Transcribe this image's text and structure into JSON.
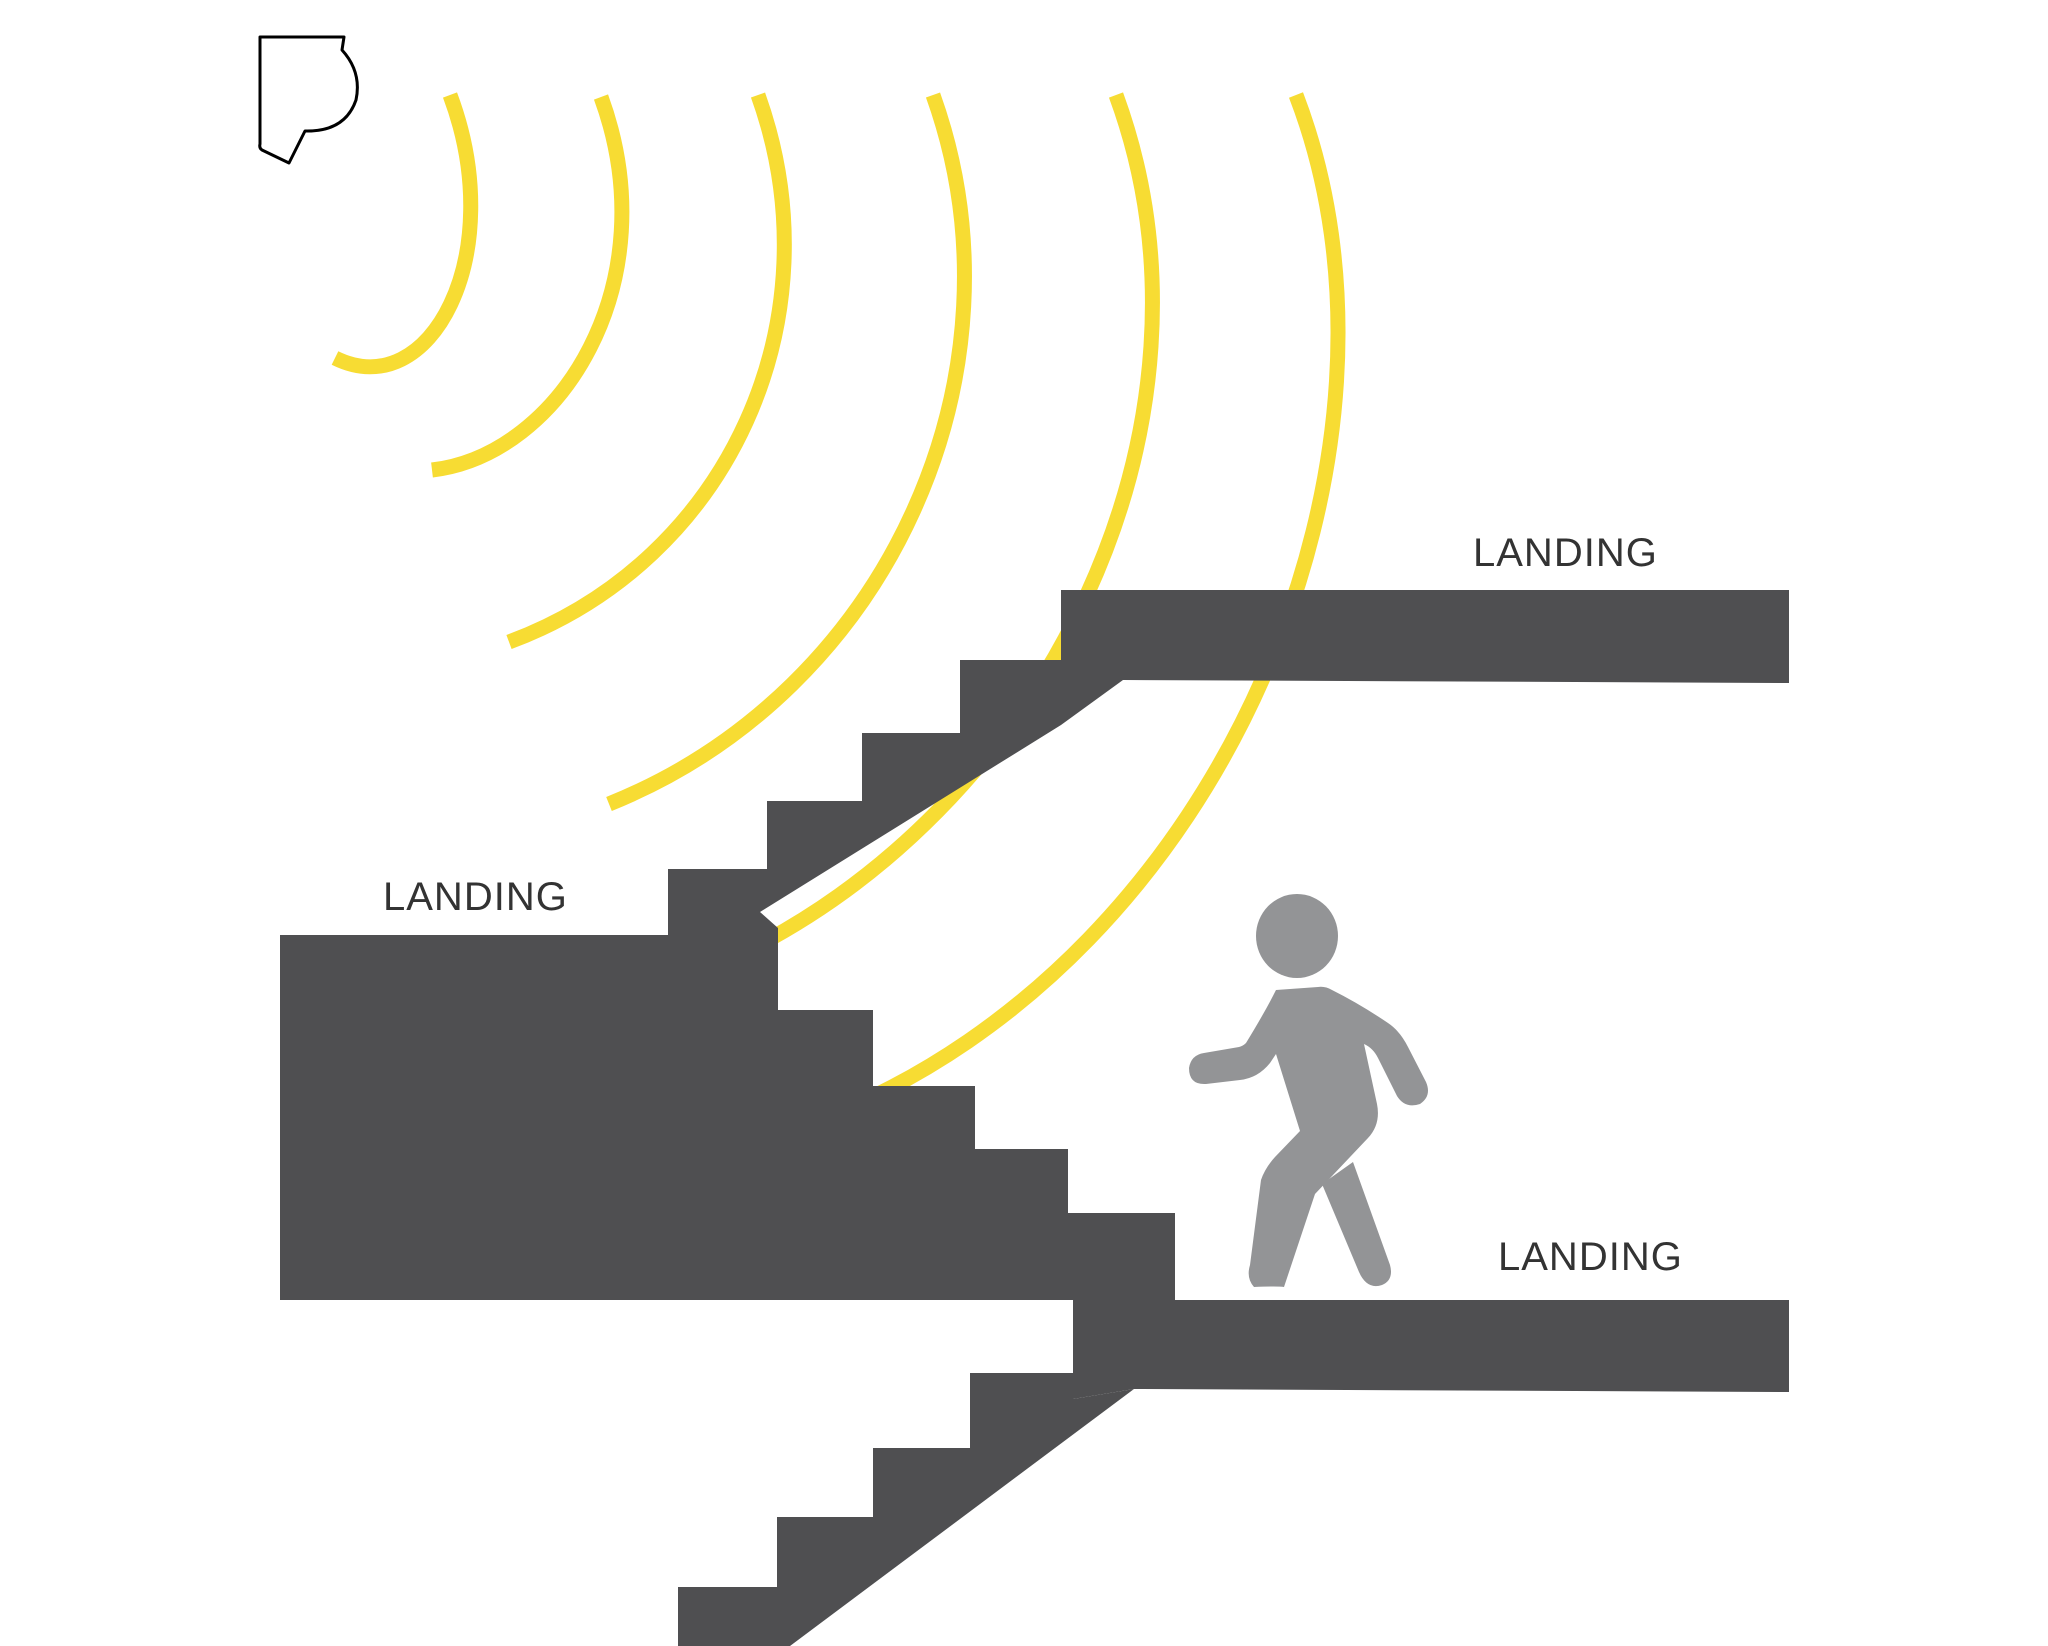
{
  "labels": {
    "upper_landing": "LANDING",
    "middle_landing": "LANDING",
    "lower_landing": "LANDING"
  },
  "icons": {
    "sensor": "motion-sensor-icon",
    "waves": "detection-wave-icon",
    "person": "walking-person-icon"
  },
  "colors": {
    "stairs": "#4f4f51",
    "waves": "#f7dc33",
    "person": "#939496",
    "sensor_outline": "#000000",
    "label_text": "#333333",
    "background": "#ffffff"
  }
}
